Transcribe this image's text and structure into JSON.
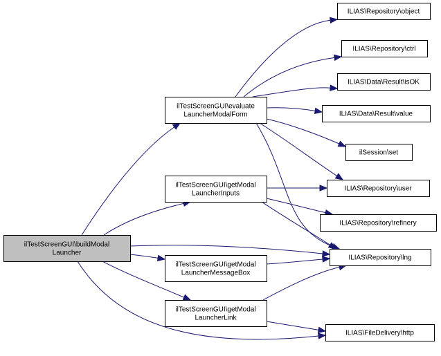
{
  "graph": {
    "type": "call-graph",
    "edge_color": "#191970",
    "root_fill": "#bfbfbf",
    "nodes": [
      {
        "id": "root",
        "lines": [
          "ilTestScreenGUI\\buildModal",
          "Launcher"
        ],
        "root": true
      },
      {
        "id": "evaluate",
        "lines": [
          "ilTestScreenGUI\\evaluate",
          "LauncherModalForm"
        ]
      },
      {
        "id": "inputs",
        "lines": [
          "ilTestScreenGUI\\getModal",
          "LauncherInputs"
        ]
      },
      {
        "id": "msgbox",
        "lines": [
          "ilTestScreenGUI\\getModal",
          "LauncherMessageBox"
        ]
      },
      {
        "id": "link",
        "lines": [
          "ilTestScreenGUI\\getModal",
          "LauncherLink"
        ]
      },
      {
        "id": "object",
        "lines": [
          "ILIAS\\Repository\\object"
        ]
      },
      {
        "id": "ctrl",
        "lines": [
          "ILIAS\\Repository\\ctrl"
        ]
      },
      {
        "id": "isok",
        "lines": [
          "ILIAS\\Data\\Result\\isOK"
        ]
      },
      {
        "id": "value",
        "lines": [
          "ILIAS\\Data\\Result\\value"
        ]
      },
      {
        "id": "set",
        "lines": [
          "ilSession\\set"
        ]
      },
      {
        "id": "user",
        "lines": [
          "ILIAS\\Repository\\user"
        ]
      },
      {
        "id": "refinery",
        "lines": [
          "ILIAS\\Repository\\refinery"
        ]
      },
      {
        "id": "lng",
        "lines": [
          "ILIAS\\Repository\\lng"
        ]
      },
      {
        "id": "http",
        "lines": [
          "ILIAS\\FileDelivery\\http"
        ]
      }
    ],
    "edges": [
      {
        "from": "root",
        "to": "evaluate"
      },
      {
        "from": "root",
        "to": "inputs"
      },
      {
        "from": "root",
        "to": "lng"
      },
      {
        "from": "root",
        "to": "msgbox"
      },
      {
        "from": "root",
        "to": "link"
      },
      {
        "from": "root",
        "to": "http"
      },
      {
        "from": "evaluate",
        "to": "object"
      },
      {
        "from": "evaluate",
        "to": "ctrl"
      },
      {
        "from": "evaluate",
        "to": "isok"
      },
      {
        "from": "evaluate",
        "to": "value"
      },
      {
        "from": "evaluate",
        "to": "set"
      },
      {
        "from": "evaluate",
        "to": "user"
      },
      {
        "from": "evaluate",
        "to": "lng"
      },
      {
        "from": "inputs",
        "to": "user"
      },
      {
        "from": "inputs",
        "to": "refinery"
      },
      {
        "from": "inputs",
        "to": "lng"
      },
      {
        "from": "msgbox",
        "to": "lng"
      },
      {
        "from": "link",
        "to": "lng"
      },
      {
        "from": "link",
        "to": "http"
      }
    ]
  }
}
